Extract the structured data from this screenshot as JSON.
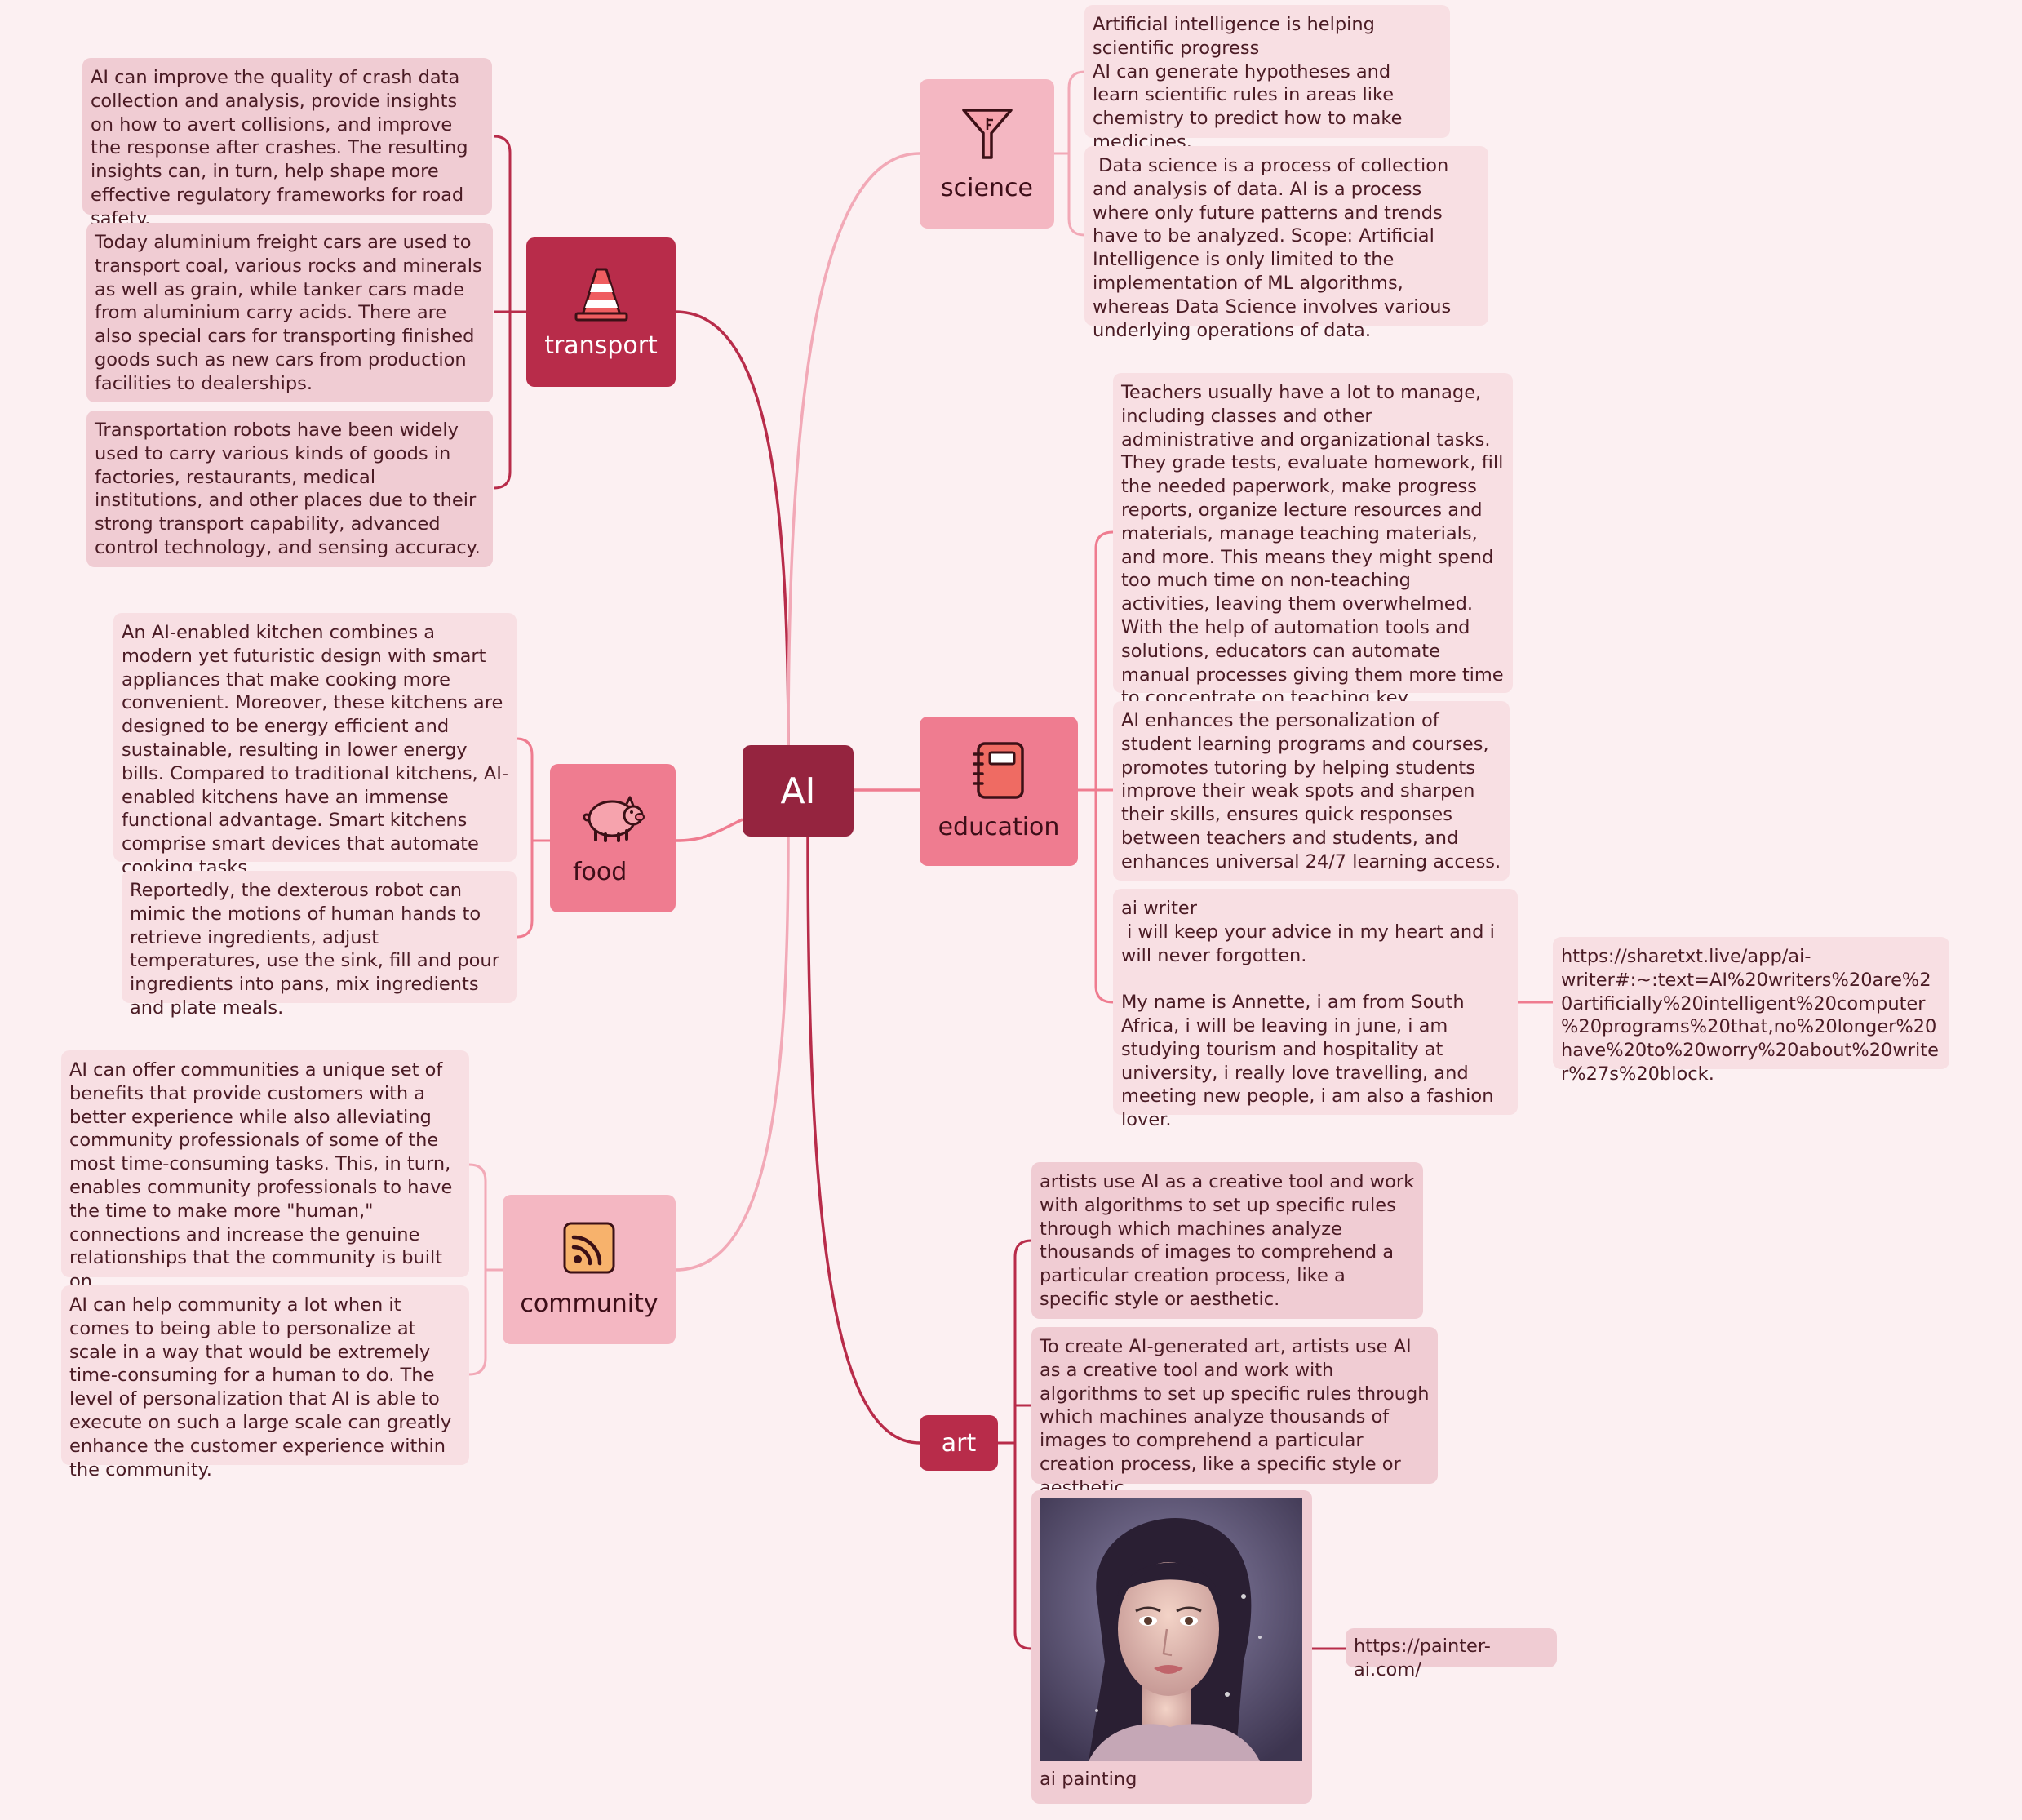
{
  "root": {
    "label": "AI"
  },
  "colors": {
    "background": "#fcf0f2",
    "root": "#95243f",
    "dark_topic": "#b82c4a",
    "pink_topic": "#ef7c90",
    "light_topic": "#f4b7c2",
    "note_light": "#f8dfe3",
    "note_mid": "#f0ccd3"
  },
  "topics": {
    "transport": {
      "label": "transport",
      "icon": "traffic-cone-icon",
      "notes": [
        "AI can improve the quality of crash data collection and analysis, provide insights on how to avert collisions, and improve the response after crashes. The resulting insights can, in turn, help shape more effective regulatory frameworks for road safety.",
        "Today aluminium freight cars are used to transport coal, various rocks and minerals as well as grain, while tanker cars made from aluminium carry acids. There are also special cars for transporting finished goods such as new cars from production facilities to dealerships.",
        "Transportation robots have been widely used to carry various kinds of goods in factories, restaurants, medical institutions, and other places due to their strong transport capability, advanced control technology, and sensing accuracy."
      ]
    },
    "food": {
      "label": "food",
      "icon": "pig-icon",
      "notes": [
        "An AI-enabled kitchen combines a modern yet futuristic design with smart appliances that make cooking more convenient. Moreover, these kitchens are designed to be energy efficient and sustainable, resulting in lower energy bills. Compared to traditional kitchens, AI-enabled kitchens have an immense functional advantage. Smart kitchens comprise smart devices that automate cooking tasks.",
        "Reportedly, the dexterous robot can mimic the motions of human hands to retrieve ingredients, adjust temperatures, use the sink, fill and pour ingredients into pans, mix ingredients and plate meals."
      ]
    },
    "community": {
      "label": "community",
      "icon": "rss-feed-icon",
      "notes": [
        "AI can offer communities a unique set of benefits that provide customers with a better experience while also alleviating community professionals of some of the most time-consuming tasks. This, in turn, enables community professionals to have the time to make more \"human,\" connections and increase the genuine relationships that the community is built on.",
        "AI can help community a lot when it comes to being able to personalize at scale in a way that would be extremely time-consuming for a human to do. The level of personalization that AI is able to execute on such a large scale can greatly enhance the customer experience within the community."
      ]
    },
    "science": {
      "label": "science",
      "icon": "funnel-icon",
      "notes": [
        "Artificial intelligence is helping scientific progress\nAI can generate hypotheses and learn scientific rules in areas like chemistry to predict how to make medicines.",
        " Data science is a process of collection and analysis of data. AI is a process where only future patterns and trends have to be analyzed. Scope: Artificial Intelligence is only limited to the implementation of ML algorithms, whereas Data Science involves various underlying operations of data."
      ]
    },
    "education": {
      "label": "education",
      "icon": "notebook-icon",
      "notes": [
        "Teachers usually have a lot to manage, including classes and other administrative and organizational tasks. They grade tests, evaluate homework, fill the needed paperwork, make progress reports, organize lecture resources and materials, manage teaching materials, and more. This means they might spend too much time on non-teaching activities, leaving them overwhelmed. With the help of automation tools and solutions, educators can automate manual processes giving them more time to concentrate on teaching key competencies.",
        "AI enhances the personalization of student learning programs and courses, promotes tutoring by helping students improve their weak spots and sharpen their skills, ensures quick responses between teachers and students, and enhances universal 24/7 learning access.",
        "ai writer\n i will keep your advice in my heart and i will never forgotten.\n\nMy name is Annette, i am from South Africa, i will be leaving in june, i am studying tourism and hospitality at university, i really love travelling, and meeting new people, i am also a fashion lover."
      ],
      "link": "https://sharetxt.live/app/ai-writer#:~:text=AI%20writers%20are%20artificially%20intelligent%20computer%20programs%20that,no%20longer%20have%20to%20worry%20about%20writer%27s%20block."
    },
    "art": {
      "label": "art",
      "notes": [
        "artists use AI as a creative tool and work with algorithms to set up specific rules through which machines analyze thousands of images to comprehend a particular creation process, like a specific style or aesthetic.",
        "To create AI-generated art, artists use AI as a creative tool and work with algorithms to set up specific rules through which machines analyze thousands of images to comprehend a particular creation process, like a specific style or aesthetic."
      ],
      "image_caption": "ai painting",
      "link": "https://painter-ai.com/"
    }
  }
}
